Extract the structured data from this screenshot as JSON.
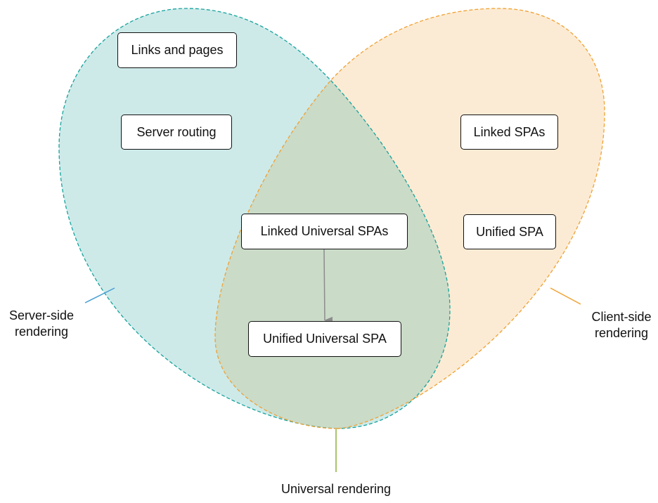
{
  "colors": {
    "server_fill": "#cdeae9",
    "server_stroke": "#17a29c",
    "client_fill": "#fcebd4",
    "client_stroke": "#f0a133",
    "overlap_fill": "#cadbc8",
    "universal_line": "#8ab03c",
    "server_line": "#4a9ed6",
    "arrow": "#8c8c8c"
  },
  "sets": {
    "server": {
      "label_line1": "Server-side",
      "label_line2": "rendering"
    },
    "client": {
      "label_line1": "Client-side",
      "label_line2": "rendering"
    },
    "universal": {
      "label": "Universal rendering"
    }
  },
  "nodes": {
    "links_and_pages": "Links and pages",
    "server_routing": "Server routing",
    "linked_spas": "Linked SPAs",
    "unified_spa": "Unified SPA",
    "linked_universal_spas": "Linked Universal SPAs",
    "unified_universal_spa": "Unified Universal SPA"
  },
  "edges": [
    {
      "from": "Linked Universal SPAs",
      "to": "Unified Universal SPA"
    }
  ]
}
